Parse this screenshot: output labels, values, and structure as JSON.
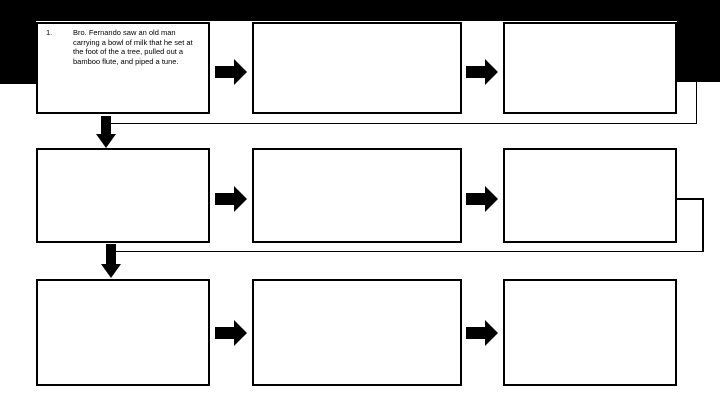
{
  "slide": {
    "type": "sequence-flowchart",
    "colors": {
      "background": "#ffffff",
      "shape_fill": "#ffffff",
      "shape_border": "#000000",
      "header_band": "#000000",
      "arrow": "#000000",
      "connector": "#000000"
    },
    "icons": {
      "right_arrow": "solid black block arrow pointing right",
      "down_arrow": "solid black block arrow pointing down"
    },
    "boxes": [
      {
        "row": 1,
        "col": 1,
        "number": "1.",
        "text": "Bro. Fernando saw an old man carrying a bowl of milk that he set at the foot of the a tree, pulled out a bamboo flute, and piped a tune."
      },
      {
        "row": 1,
        "col": 2,
        "number": "",
        "text": ""
      },
      {
        "row": 1,
        "col": 3,
        "number": "",
        "text": ""
      },
      {
        "row": 2,
        "col": 1,
        "number": "",
        "text": ""
      },
      {
        "row": 2,
        "col": 2,
        "number": "",
        "text": ""
      },
      {
        "row": 2,
        "col": 3,
        "number": "",
        "text": ""
      },
      {
        "row": 3,
        "col": 1,
        "number": "",
        "text": ""
      },
      {
        "row": 3,
        "col": 2,
        "number": "",
        "text": ""
      },
      {
        "row": 3,
        "col": 3,
        "number": "",
        "text": ""
      }
    ]
  }
}
